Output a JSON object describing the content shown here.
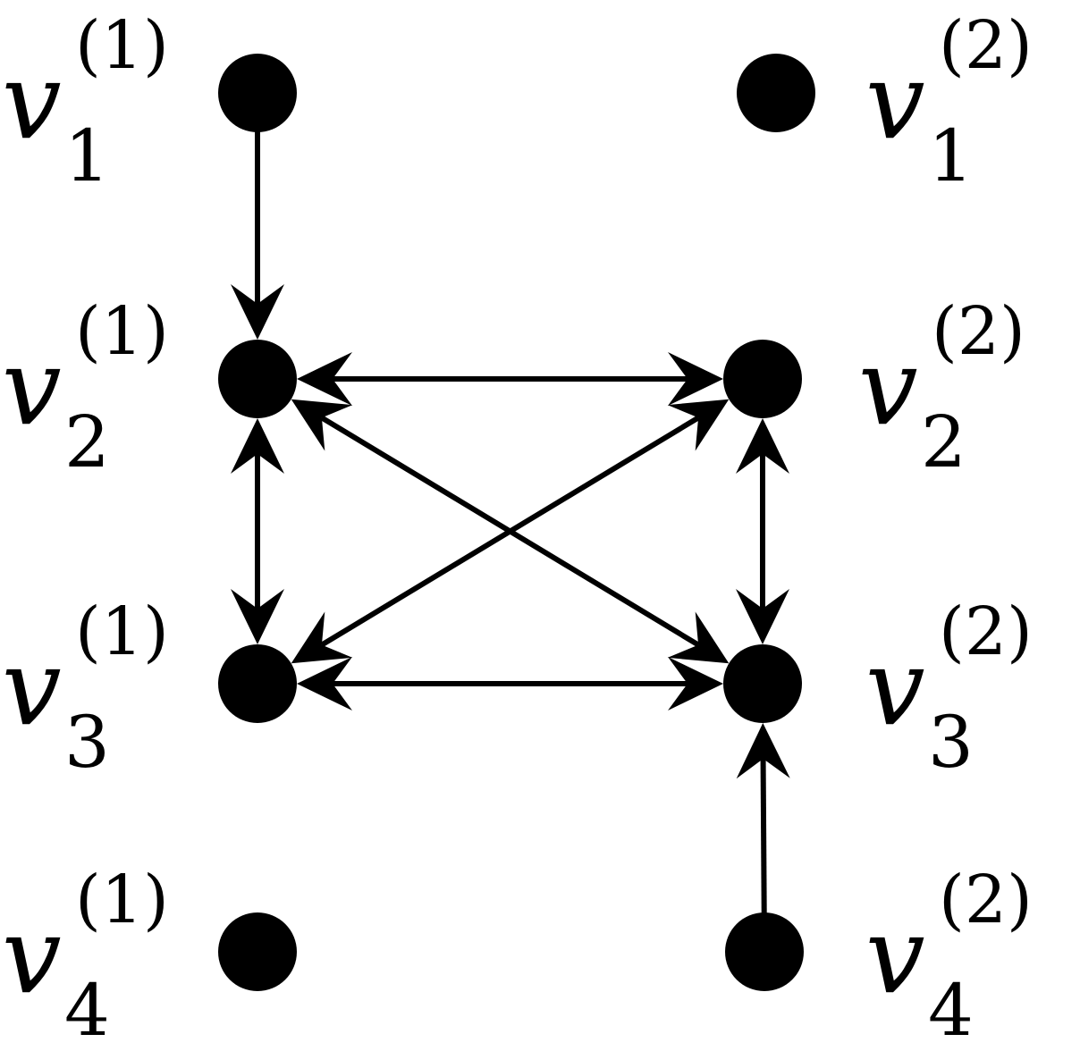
{
  "diagram": {
    "nodes": [
      {
        "id": "v1_1",
        "base": "v",
        "sub": "1",
        "sup": "(1)"
      },
      {
        "id": "v2_1",
        "base": "v",
        "sub": "2",
        "sup": "(1)"
      },
      {
        "id": "v3_1",
        "base": "v",
        "sub": "3",
        "sup": "(1)"
      },
      {
        "id": "v4_1",
        "base": "v",
        "sub": "4",
        "sup": "(1)"
      },
      {
        "id": "v1_2",
        "base": "v",
        "sub": "1",
        "sup": "(2)"
      },
      {
        "id": "v2_2",
        "base": "v",
        "sub": "2",
        "sup": "(2)"
      },
      {
        "id": "v3_2",
        "base": "v",
        "sub": "3",
        "sup": "(2)"
      },
      {
        "id": "v4_2",
        "base": "v",
        "sub": "4",
        "sup": "(2)"
      }
    ],
    "edges": [
      {
        "from": "v1_1",
        "to": "v2_1",
        "direction": "forward"
      },
      {
        "from": "v2_1",
        "to": "v3_1",
        "direction": "both"
      },
      {
        "from": "v2_1",
        "to": "v2_2",
        "direction": "both"
      },
      {
        "from": "v2_1",
        "to": "v3_2",
        "direction": "both"
      },
      {
        "from": "v3_1",
        "to": "v2_2",
        "direction": "both"
      },
      {
        "from": "v3_1",
        "to": "v3_2",
        "direction": "both"
      },
      {
        "from": "v2_2",
        "to": "v3_2",
        "direction": "both"
      },
      {
        "from": "v4_2",
        "to": "v3_2",
        "direction": "forward"
      }
    ]
  }
}
